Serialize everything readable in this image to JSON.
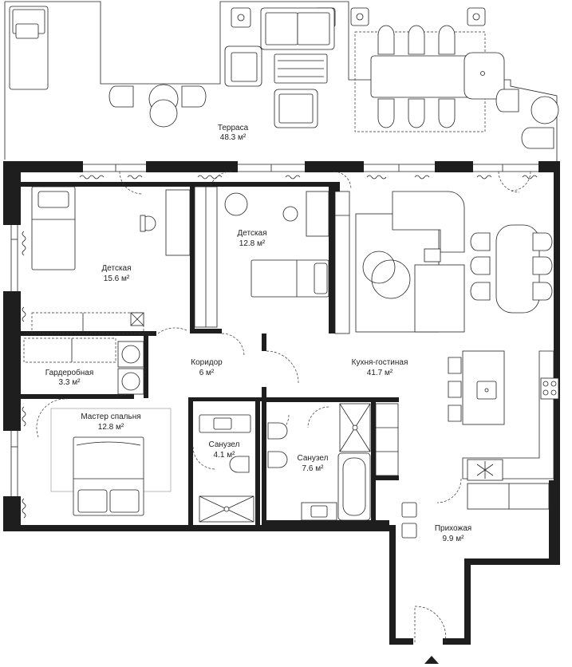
{
  "rooms": [
    {
      "id": "terrace",
      "name": "Терраса",
      "area": "48.3 м²"
    },
    {
      "id": "kids1",
      "name": "Детская",
      "area": "15.6 м²"
    },
    {
      "id": "kids2",
      "name": "Детская",
      "area": "12.8 м²"
    },
    {
      "id": "wardrobe",
      "name": "Гардеробная",
      "area": "3.3 м²"
    },
    {
      "id": "corridor",
      "name": "Коридор",
      "area": "6 м²"
    },
    {
      "id": "kitchen",
      "name": "Кухня-гостиная",
      "area": "41.7 м²"
    },
    {
      "id": "master",
      "name": "Мастер спальня",
      "area": "12.8 м²"
    },
    {
      "id": "bath1",
      "name": "Санузел",
      "area": "4.1 м²"
    },
    {
      "id": "bath2",
      "name": "Санузел",
      "area": "7.6 м²"
    },
    {
      "id": "hall",
      "name": "Прихожая",
      "area": "9.9 м²"
    }
  ]
}
